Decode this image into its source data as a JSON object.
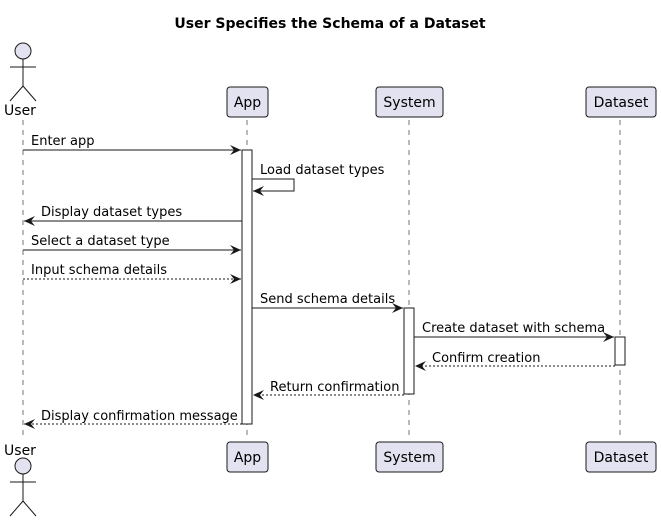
{
  "title": "User Specifies the Schema of a Dataset",
  "participants": {
    "user": "User",
    "app": "App",
    "system": "System",
    "dataset": "Dataset"
  },
  "messages": {
    "m1": "Enter app",
    "m2": "Load dataset types",
    "m3": "Display dataset types",
    "m4": "Select a dataset type",
    "m5": "Input schema details",
    "m6": "Send schema details",
    "m7": "Create dataset with schema",
    "m8": "Confirm creation",
    "m9": "Return confirmation",
    "m10": "Display confirmation message"
  },
  "colors": {
    "participant_fill": "#E2E2F0",
    "participant_border": "#181818",
    "lifeline": "#181818",
    "activation_fill": "#ffffff",
    "arrow": "#181818",
    "text": "#000000"
  }
}
